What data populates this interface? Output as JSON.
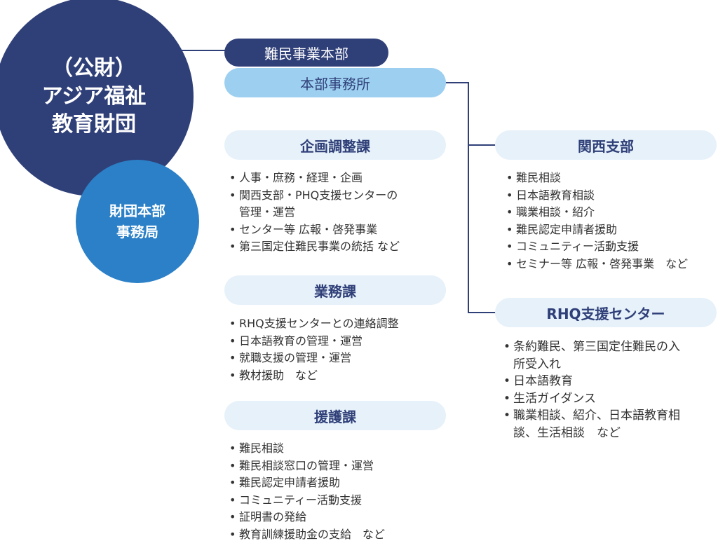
{
  "org": {
    "title_lines": [
      "（公財）",
      "アジア福祉",
      "教育財団"
    ],
    "sub_lines": [
      "財団本部",
      "事務局"
    ]
  },
  "hq": {
    "label": "難民事業本部",
    "office": "本部事務所"
  },
  "sections": [
    {
      "title": "企画調整課",
      "items": [
        "人事・庶務・経理・企画",
        "関西支部・PHQ支援センターの",
        "管理・運営",
        "センター等 広報・啓発事業",
        "第三国定住難民事業の統括 など"
      ]
    },
    {
      "title": "業務課",
      "items": [
        "RHQ支援センターとの連絡調整",
        "日本語教育の管理・運営",
        "就職支援の管理・運営",
        "教材援助　など"
      ]
    },
    {
      "title": "援護課",
      "items": [
        "難民相談",
        "難民相談窓口の管理・運営",
        "難民認定申請者援助",
        "コミュニティー活動支援",
        "証明書の発給",
        "教育訓練援助金の支給　など"
      ]
    },
    {
      "title": "関西支部",
      "items": [
        "難民相談",
        "日本語教育相談",
        "職業相談・紹介",
        "難民認定申請者援助",
        "コミュニティー活動支援",
        "セミナー等 広報・啓発事業　など"
      ]
    },
    {
      "title": "RHQ支援センター",
      "items": [
        "条約難民、第三国定住難民の入",
        "所受入れ",
        "日本語教育",
        "生活ガイダンス",
        "職業相談、紹介、日本語教育相",
        "談、生活相談　など"
      ]
    }
  ],
  "colors": {
    "navy": "#2f3f78",
    "blue": "#2b80c7",
    "sky": "#9ccff0",
    "pale": "#e6f1fa"
  }
}
